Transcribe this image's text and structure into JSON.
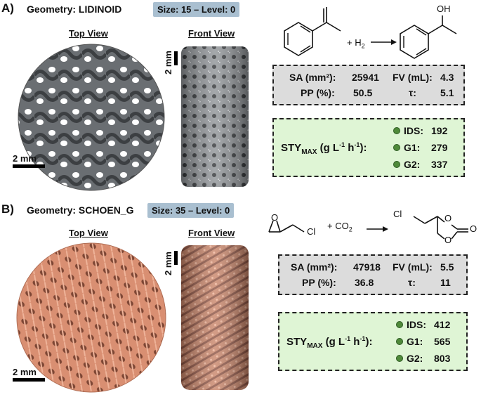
{
  "panelA": {
    "letter": "A)",
    "geometry_title": "Geometry: LIDINOID",
    "size_level": "Size: 15 – Level: 0",
    "top_view": "Top View",
    "front_view": "Front View",
    "scale_top": "2 mm",
    "scale_front": "2 mm",
    "reaction": {
      "plus": "+",
      "reagent": "H",
      "reagent_sub": "2",
      "oh_label": "OH"
    },
    "props": {
      "sa_label": "SA (mm²):",
      "sa_value": "25941",
      "fv_label": "FV (mL):",
      "fv_value": "4.3",
      "pp_label": "PP (%):",
      "pp_value": "50.5",
      "tau_label": "τ:",
      "tau_value": "5.1"
    },
    "sty": {
      "label_main": "STY",
      "label_sub": "MAX",
      "label_unit_a": " (g L",
      "sup1": "-1",
      "label_unit_b": " h",
      "sup2": "-1",
      "label_unit_c": "):",
      "rows": [
        {
          "name": "IDS:",
          "value": "192"
        },
        {
          "name": "G1:",
          "value": "279"
        },
        {
          "name": "G2:",
          "value": "337"
        }
      ]
    },
    "colors": {
      "structure": "#666a6e",
      "structure_dark": "#3e4144",
      "pill": "#a9bfd0",
      "grey_box": "#dcdcdc",
      "green_box": "#dff5d5"
    }
  },
  "panelB": {
    "letter": "B)",
    "geometry_title": "Geometry: SCHOEN_G",
    "size_level": "Size: 35 – Level: 0",
    "top_view": "Top View",
    "front_view": "Front View",
    "scale_top": "2 mm",
    "scale_front": "2 mm",
    "reaction": {
      "plus": "+",
      "reagent": "CO",
      "reagent_sub": "2",
      "cl_left": "Cl",
      "cl_right": "Cl",
      "o_epoxide": "O",
      "o_ring1": "O",
      "o_ring2": "O",
      "o_carbonyl": "O"
    },
    "props": {
      "sa_label": "SA (mm²):",
      "sa_value": "47918",
      "fv_label": "FV (mL):",
      "fv_value": "5.5",
      "pp_label": "PP (%):",
      "pp_value": "36.8",
      "tau_label": "τ:",
      "tau_value": "11"
    },
    "sty": {
      "label_main": "STY",
      "label_sub": "MAX",
      "label_unit_a": " (g L",
      "sup1": "-1",
      "label_unit_b": " h",
      "sup2": "-1",
      "label_unit_c": "):",
      "rows": [
        {
          "name": "IDS:",
          "value": "412"
        },
        {
          "name": "G1:",
          "value": "565"
        },
        {
          "name": "G2:",
          "value": "803"
        }
      ]
    },
    "colors": {
      "structure": "#d98f72",
      "structure_dark": "#9a5a42"
    }
  }
}
